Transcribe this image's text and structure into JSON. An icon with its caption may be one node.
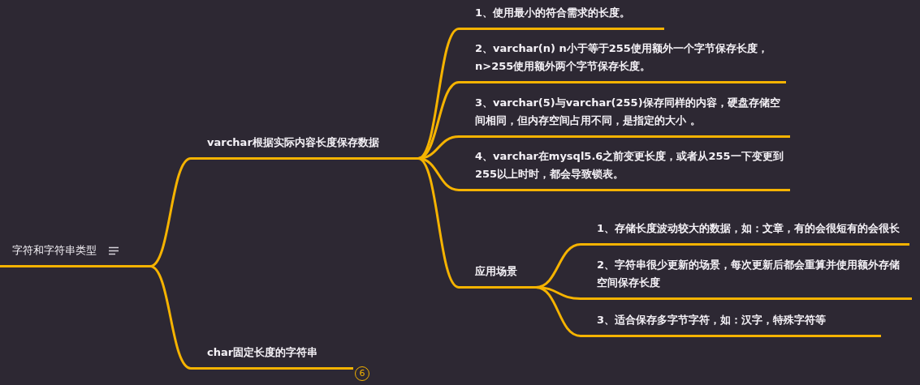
{
  "diagram": {
    "nodes": [
      {
        "text": [
          "字符和字符串类型"
        ]
      },
      {
        "text": [
          "varchar根据实际内容长度保存数据"
        ]
      },
      {
        "text": [
          "1、使用最小的符合需求的长度。"
        ]
      },
      {
        "text": [
          "2、varchar(n) n小于等于255使用额外一个字节保存长度，n>255使用额外两个字节保存长度。"
        ]
      },
      {
        "text": [
          "3、varchar(5)与varchar(255)保存同样的内容，硬盘存储空间相同，但内存空间占用不同，是指定的大小 。"
        ]
      },
      {
        "text": [
          "4、varchar在mysql5.6之前变更长度，或者从255一下变更到255以上时时，都会导致锁表。"
        ]
      },
      {
        "text": [
          "应用场景"
        ]
      },
      {
        "text": [
          "1、存储长度波动较大的数据，如：文章，有的会很短有的会很长"
        ]
      },
      {
        "text": [
          "2、字符串很少更新的场景，每次更新后都会重算并使用额外存储空间保存长度"
        ]
      },
      {
        "text": [
          "3、适合保存多字节字符，如：汉字，特殊字符等"
        ]
      },
      {
        "text": [
          "char固定长度的字符串"
        ],
        "beside": [
          "6"
        ]
      }
    ],
    "edges": [
      {
        "from": 0,
        "to": 1,
        "arrow": "none"
      },
      {
        "from": 1,
        "to": 2,
        "arrow": "none"
      },
      {
        "from": 1,
        "to": 3,
        "arrow": "none"
      },
      {
        "from": 1,
        "to": 4,
        "arrow": "none"
      },
      {
        "from": 1,
        "to": 5,
        "arrow": "none"
      },
      {
        "from": 1,
        "to": 6,
        "arrow": "none"
      },
      {
        "from": 6,
        "to": 7,
        "arrow": "none"
      },
      {
        "from": 6,
        "to": 8,
        "arrow": "none"
      },
      {
        "from": 6,
        "to": 9,
        "arrow": "none"
      },
      {
        "from": 0,
        "to": 10,
        "arrow": "none"
      }
    ]
  }
}
